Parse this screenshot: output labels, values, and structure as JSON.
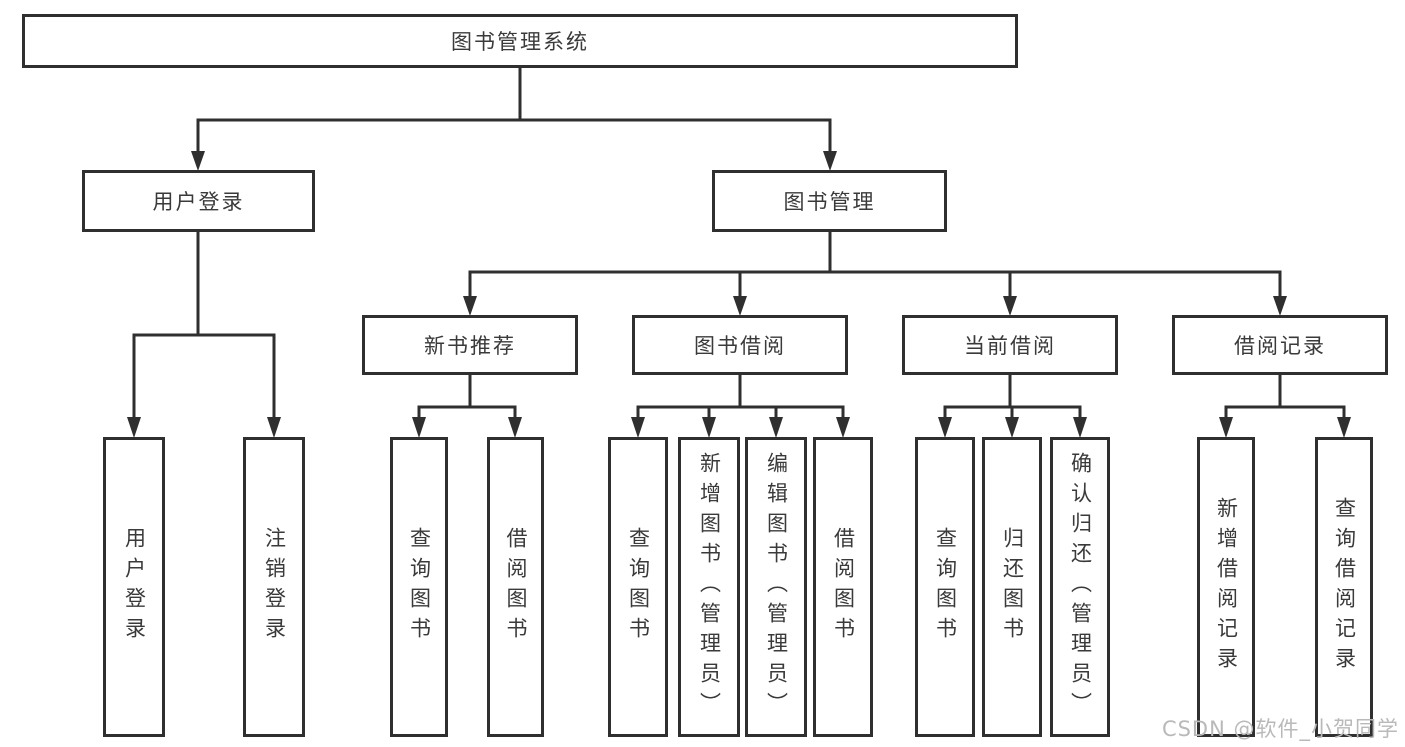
{
  "diagram": {
    "title": "图书管理系统",
    "root": {
      "label": "图书管理系统"
    },
    "level2": [
      {
        "label": "用户登录"
      },
      {
        "label": "图书管理"
      }
    ],
    "level3": [
      {
        "label": "新书推荐"
      },
      {
        "label": "图书借阅"
      },
      {
        "label": "当前借阅"
      },
      {
        "label": "借阅记录"
      }
    ],
    "leaves": {
      "user_login": [
        "用户登录",
        "注销登录"
      ],
      "new_books": [
        "查询图书",
        "借阅图书"
      ],
      "book_borrow": [
        "查询图书",
        "新增图书（管理员）",
        "编辑图书（管理员）",
        "借阅图书"
      ],
      "current_borrow": [
        "查询图书",
        "归还图书",
        "确认归还（管理员）"
      ],
      "records": [
        "新增借阅记录",
        "查询借阅记录"
      ]
    }
  },
  "watermark": "CSDN @软件_小贺同学",
  "colors": {
    "line": "#2f2f2f",
    "text": "#3a3a3a",
    "watermark": "#b9b9b9",
    "background": "#ffffff"
  }
}
